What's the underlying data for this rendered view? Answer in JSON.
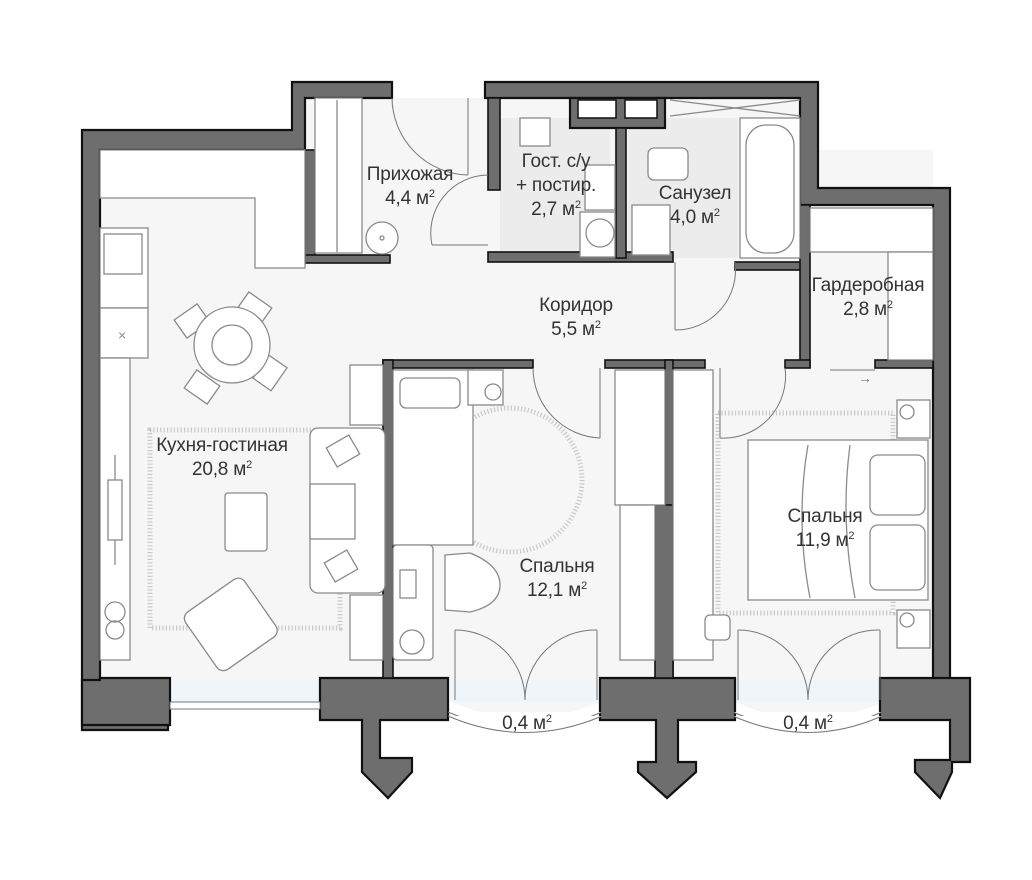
{
  "plan": {
    "type": "apartment-floor-plan",
    "unit": "м",
    "colors": {
      "wall": "#6e6e6e",
      "floor": "#f6f6f6",
      "bathroom_tile": "#ececec",
      "balcony_glass": "#eef5fb",
      "furniture_line": "#8a8a8a",
      "text": "#333333"
    },
    "rooms": [
      {
        "id": "hallway",
        "name": "Прихожая",
        "area": "4,4 м",
        "sup": "2"
      },
      {
        "id": "guest-wc",
        "name": "Гост. с/у",
        "name2": "+ постир.",
        "area": "2,7 м",
        "sup": "2"
      },
      {
        "id": "bathroom",
        "name": "Санузел",
        "area": "4,0 м",
        "sup": "2"
      },
      {
        "id": "wardrobe",
        "name": "Гардеробная",
        "area": "2,8 м",
        "sup": "2"
      },
      {
        "id": "corridor",
        "name": "Коридор",
        "area": "5,5 м",
        "sup": "2"
      },
      {
        "id": "kitchen-living",
        "name": "Кухня-гостиная",
        "area": "20,8 м",
        "sup": "2"
      },
      {
        "id": "bedroom-1",
        "name": "Спальня",
        "area": "12,1 м",
        "sup": "2"
      },
      {
        "id": "bedroom-2",
        "name": "Спальня",
        "area": "11,9 м",
        "sup": "2"
      },
      {
        "id": "balcony-1",
        "name": "",
        "area": "0,4 м",
        "sup": "2"
      },
      {
        "id": "balcony-2",
        "name": "",
        "area": "0,4 м",
        "sup": "2"
      }
    ],
    "arrow_glyph": "→"
  }
}
